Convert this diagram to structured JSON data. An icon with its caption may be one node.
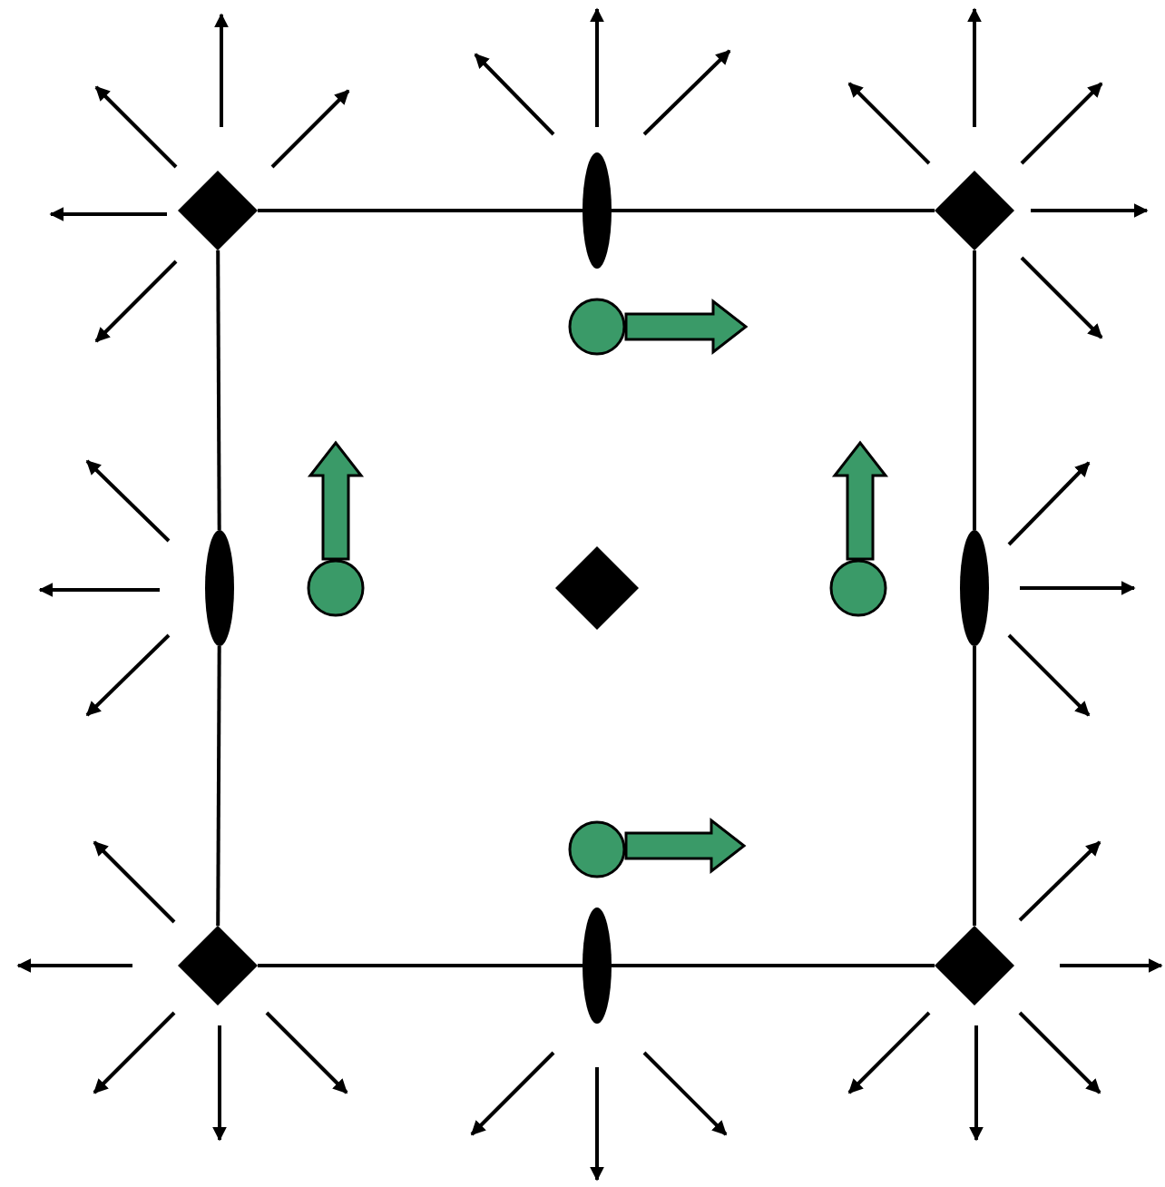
{
  "diagram": {
    "nodes": [
      {
        "text": [],
        "shape": "diamond"
      },
      {
        "text": [],
        "shape": "ellipse"
      },
      {
        "text": [],
        "shape": "diamond"
      },
      {
        "text": [],
        "shape": "ellipse"
      },
      {
        "text": [],
        "shape": "diamond"
      },
      {
        "text": [],
        "shape": "ellipse"
      },
      {
        "text": [],
        "shape": "diamond"
      },
      {
        "text": [],
        "shape": "ellipse"
      },
      {
        "text": [],
        "shape": "diamond"
      },
      {
        "text": [],
        "shape": "circle"
      },
      {
        "text": [],
        "shape": "circle"
      },
      {
        "text": [],
        "shape": "circle"
      },
      {
        "text": [],
        "shape": "circle"
      }
    ],
    "edges": [
      {
        "from": 0,
        "to": 1,
        "arrow": "none"
      },
      {
        "from": 1,
        "to": 2,
        "arrow": "none"
      },
      {
        "from": 0,
        "to": 3,
        "arrow": "none"
      },
      {
        "from": 2,
        "to": 5,
        "arrow": "none"
      },
      {
        "from": 3,
        "to": 6,
        "arrow": "none"
      },
      {
        "from": 5,
        "to": 8,
        "arrow": "none"
      },
      {
        "from": 6,
        "to": 7,
        "arrow": "none"
      },
      {
        "from": 7,
        "to": 8,
        "arrow": "none"
      }
    ]
  }
}
